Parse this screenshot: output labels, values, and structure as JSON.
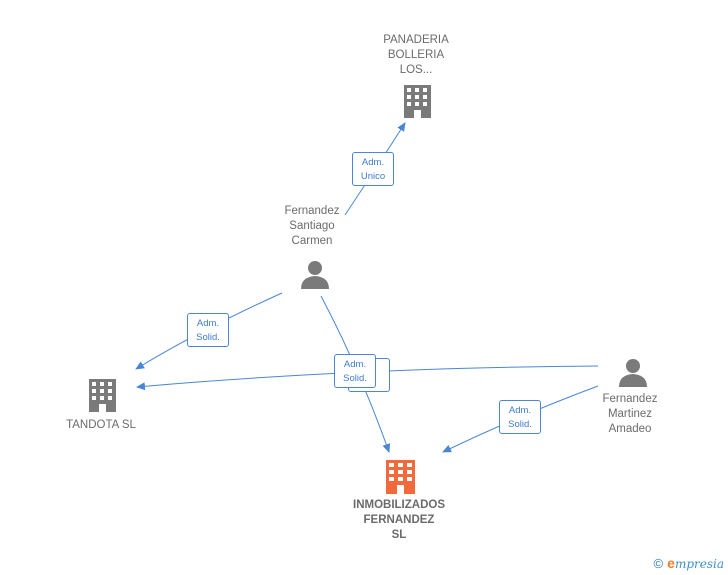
{
  "nodes": {
    "panaderia": {
      "lines": [
        "PANADERIA",
        "BOLLERIA",
        "LOS..."
      ],
      "type": "company"
    },
    "fernandez_santiago": {
      "lines": [
        "Fernandez",
        "Santiago",
        "Carmen"
      ],
      "type": "person"
    },
    "tandota": {
      "lines": [
        "TANDOTA SL"
      ],
      "type": "company"
    },
    "fernandez_martinez": {
      "lines": [
        "Fernandez",
        "Martinez",
        "Amadeo"
      ],
      "type": "person"
    },
    "inmobilizados": {
      "lines": [
        "INMOBILIZADOS",
        "FERNANDEZ",
        "SL"
      ],
      "type": "company-main"
    }
  },
  "edges": {
    "adm_unico": {
      "lines": [
        "Adm.",
        "Unico"
      ]
    },
    "adm_solid_tandota": {
      "lines": [
        "Adm.",
        "Solid."
      ]
    },
    "adm_solid_center": {
      "lines": [
        "Adm.",
        "Solid."
      ]
    },
    "adm_solid_right": {
      "lines": [
        "Adm.",
        "Solid."
      ]
    }
  },
  "colors": {
    "edge": "#4a86d4",
    "node_icon": "#7a7a7a",
    "main_icon": "#f26a3c"
  },
  "icons": {
    "company": "building-icon",
    "person": "person-icon"
  },
  "footer": {
    "copyright": "©",
    "brand_initial": "e",
    "brand_rest": "mpresia"
  }
}
